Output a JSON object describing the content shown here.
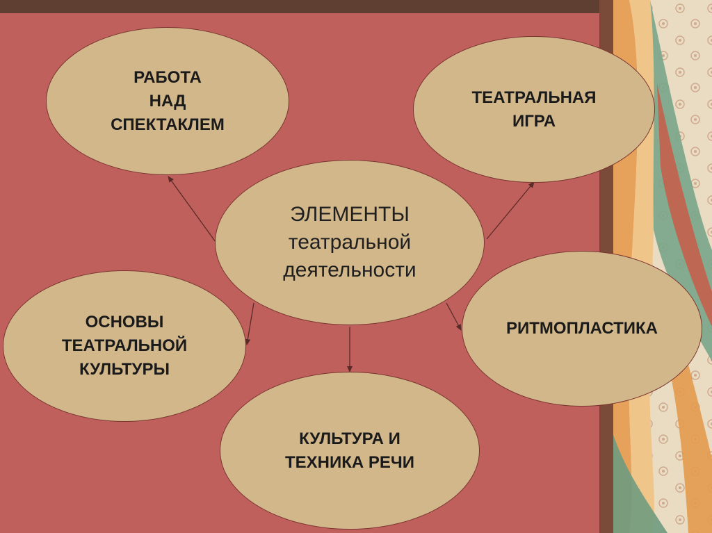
{
  "diagram": {
    "center": {
      "label": "ЭЛЕМЕНТЫ\nтеатральной\nдеятельности"
    },
    "elements": [
      {
        "id": "work-on-performance",
        "label": "РАБОТА\nНАД\nСПЕКТАКЛЕМ"
      },
      {
        "id": "theatrical-play",
        "label": "ТЕАТРАЛЬНАЯ\nИГРА"
      },
      {
        "id": "theatre-culture-basics",
        "label": "ОСНОВЫ\nТЕАТРАЛЬНОЙ\nКУЛЬТУРЫ"
      },
      {
        "id": "speech-culture",
        "label": "КУЛЬТУРА И\nТЕХНИКА РЕЧИ"
      },
      {
        "id": "rhythmoplastics",
        "label": "РИТМОПЛАСТИКА"
      }
    ]
  },
  "colors": {
    "panel": "#c0605c",
    "node_fill": "#d2b78b",
    "node_border": "#7a3530",
    "arrow": "#5a2a28"
  }
}
